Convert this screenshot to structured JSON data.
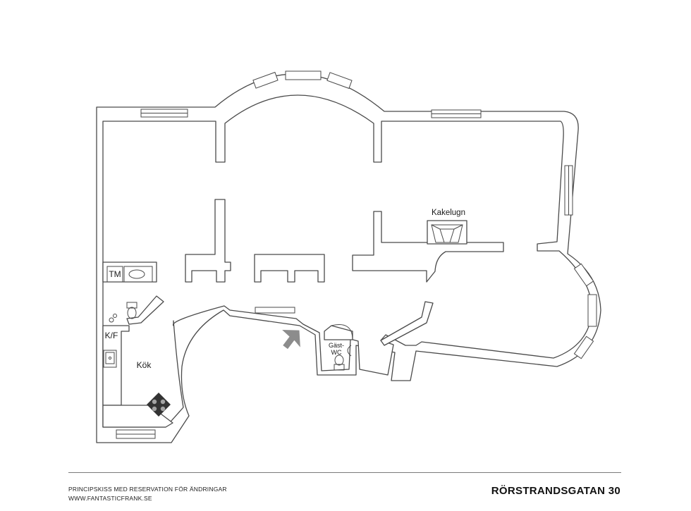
{
  "labels": {
    "kakelugn": "Kakelugn",
    "tm": "TM",
    "kf": "K/F",
    "kok": "Kök",
    "gast_line1": "Gäst-",
    "gast_line2": "WC"
  },
  "footer": {
    "disclaimer": "PRINCIPSKISS MED RESERVATION FÖR ÄNDRINGAR",
    "website": "WWW.FANTASTICFRANK.SE",
    "address": "RÖRSTRANDSGATAN 30"
  },
  "colors": {
    "wall_stroke": "#4a4a4a",
    "entrance_arrow": "#8c8c8c",
    "stove": "#333333"
  },
  "icons": [
    "entrance-arrow-icon",
    "stove-icon",
    "sink-icon",
    "toilet-icon",
    "washbasin-icon",
    "tiled-stove-icon"
  ]
}
